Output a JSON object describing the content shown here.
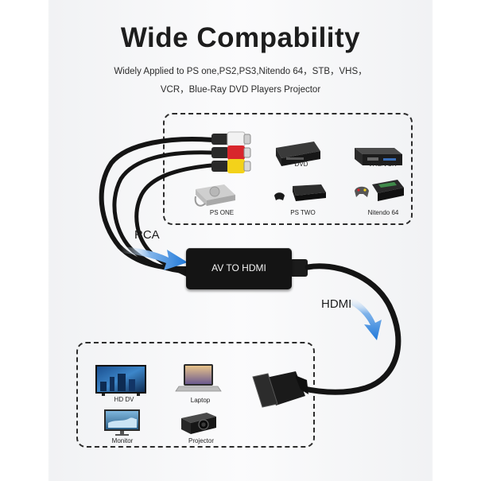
{
  "headline": "Wide Compability",
  "subtitle_line1": "Widely Applied to PS one,PS2,PS3,Nitendo 64，STB，VHS，",
  "subtitle_line2": "VCR，Blue-Ray DVD Players Projector",
  "input_devices": [
    {
      "label": "DVD",
      "icon": "dvd-player-icon"
    },
    {
      "label": "VHS/VCR",
      "icon": "vhs-vcr-icon"
    },
    {
      "label": "PS ONE",
      "icon": "ps-one-console-icon"
    },
    {
      "label": "PS TWO",
      "icon": "ps-two-console-icon"
    },
    {
      "label": "Nitendo 64",
      "icon": "nintendo-64-console-icon"
    }
  ],
  "output_devices": [
    {
      "label": "HD DV",
      "icon": "hd-tv-icon"
    },
    {
      "label": "Laptop",
      "icon": "laptop-icon"
    },
    {
      "label": "Monitor",
      "icon": "monitor-icon"
    },
    {
      "label": "Projector",
      "icon": "projector-icon"
    }
  ],
  "rca_label": "RCA",
  "hdmi_label": "HDMI",
  "adapter_label": "AV TO HDMI",
  "colors": {
    "arrow_blue": "#1f78d9",
    "rca_red": "#d8262c",
    "rca_yellow": "#f3d21a",
    "rca_white": "#f2f2f2",
    "cable": "#141414"
  }
}
